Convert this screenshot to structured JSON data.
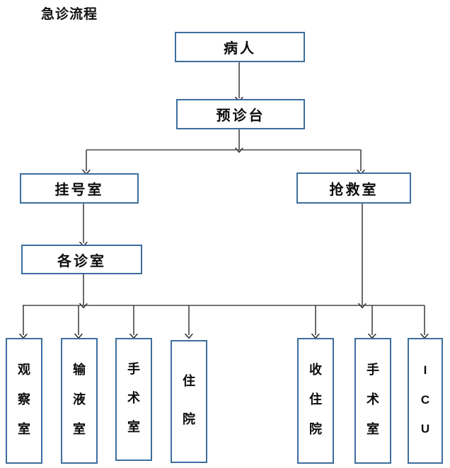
{
  "diagram": {
    "title": "急诊流程",
    "accent_color": "#3c6e9e",
    "line_color": "#2b2b2b",
    "background": "#ffffff"
  },
  "nodes": {
    "patient": {
      "label": "病人"
    },
    "triage_desk": {
      "label": "预诊台"
    },
    "registration_room": {
      "label": "挂号室"
    },
    "resuscitation_room": {
      "label": "抢救室"
    },
    "consulting_rooms": {
      "label": "各诊室"
    },
    "observation_room": {
      "label": "观察室",
      "chars": [
        "观",
        "察",
        "室"
      ]
    },
    "infusion_room": {
      "label": "输液室",
      "chars": [
        "输",
        "液",
        "室"
      ]
    },
    "operating_room_left": {
      "label": "手术室",
      "chars": [
        "手",
        "术",
        "室"
      ]
    },
    "inpatient": {
      "label": "住院",
      "chars": [
        "住",
        "院"
      ]
    },
    "admit_inpatient": {
      "label": "收住院",
      "chars": [
        "收",
        "住",
        "院"
      ]
    },
    "operating_room_right": {
      "label": "手术室",
      "chars": [
        "手",
        "术",
        "室"
      ]
    },
    "icu": {
      "label": "ICU",
      "chars": [
        "I",
        "C",
        "U"
      ]
    }
  },
  "flow": {
    "edges": [
      {
        "from": "patient",
        "to": "triage_desk"
      },
      {
        "from": "triage_desk",
        "to": "registration_room"
      },
      {
        "from": "triage_desk",
        "to": "resuscitation_room"
      },
      {
        "from": "registration_room",
        "to": "consulting_rooms"
      },
      {
        "from": "consulting_rooms",
        "to": "observation_room"
      },
      {
        "from": "consulting_rooms",
        "to": "infusion_room"
      },
      {
        "from": "consulting_rooms",
        "to": "operating_room_left"
      },
      {
        "from": "consulting_rooms",
        "to": "inpatient"
      },
      {
        "from": "resuscitation_room",
        "to": "admit_inpatient"
      },
      {
        "from": "resuscitation_room",
        "to": "operating_room_right"
      },
      {
        "from": "resuscitation_room",
        "to": "icu"
      }
    ]
  }
}
